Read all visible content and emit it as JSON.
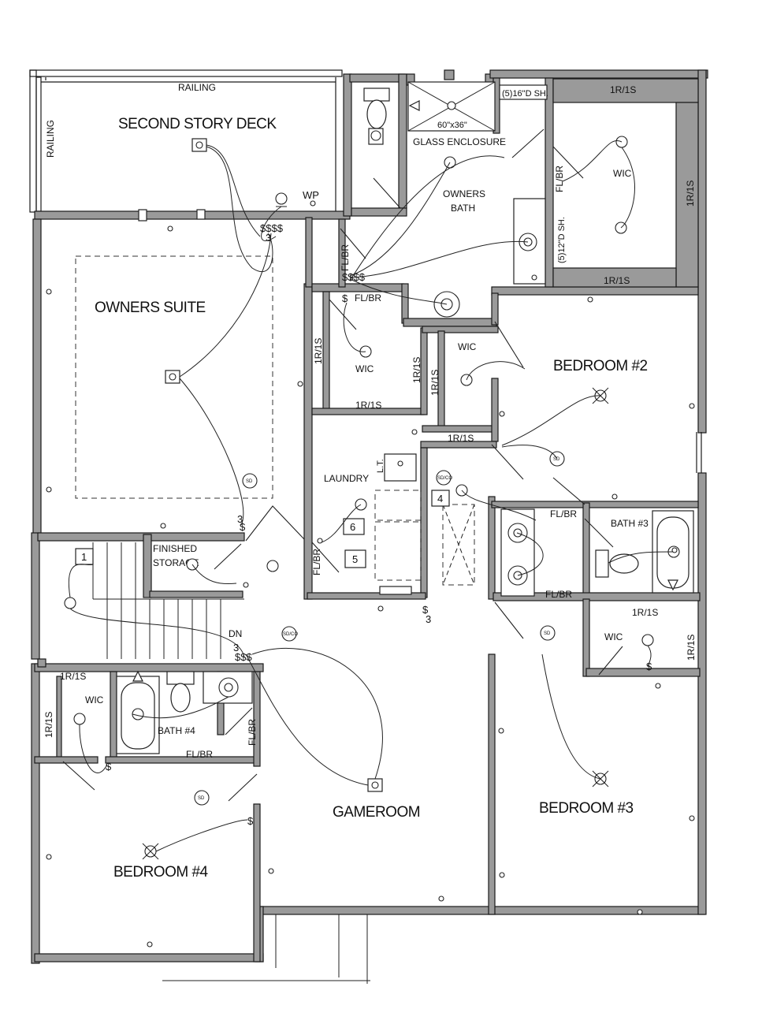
{
  "rooms": {
    "second_story_deck": "SECOND STORY DECK",
    "owners_suite": "OWNERS SUITE",
    "owners_bath": [
      "OWNERS",
      "BATH"
    ],
    "bedroom_2": "BEDROOM #2",
    "bedroom_3": "BEDROOM #3",
    "bedroom_4": "BEDROOM #4",
    "gameroom": "GAMEROOM",
    "laundry": "LAUNDRY",
    "finished_storage": [
      "FINISHED",
      "STORAGE"
    ],
    "bath_3": "BATH #3",
    "bath_4": "BATH #4",
    "wic": "WIC"
  },
  "labels": {
    "railing": "RAILING",
    "wp": "WP",
    "glass_enclosure": "GLASS ENCLOSURE",
    "shower_size": "60\"x36\"",
    "shelf_16": "(5)16\"D SH.",
    "shelf_12": "(5)12\"D SH.",
    "rod_shelf": "1R/1S",
    "fl_br": "FL/BR",
    "lt": "L.T.",
    "dn": "DN",
    "sd": "SD",
    "sd_co": "SD/CO",
    "switch": "$",
    "three_way": "3",
    "switch_quad": "$$$$",
    "switch_triple": "$$$",
    "n1": "1",
    "n4": "4",
    "n5": "5",
    "n6": "6"
  }
}
